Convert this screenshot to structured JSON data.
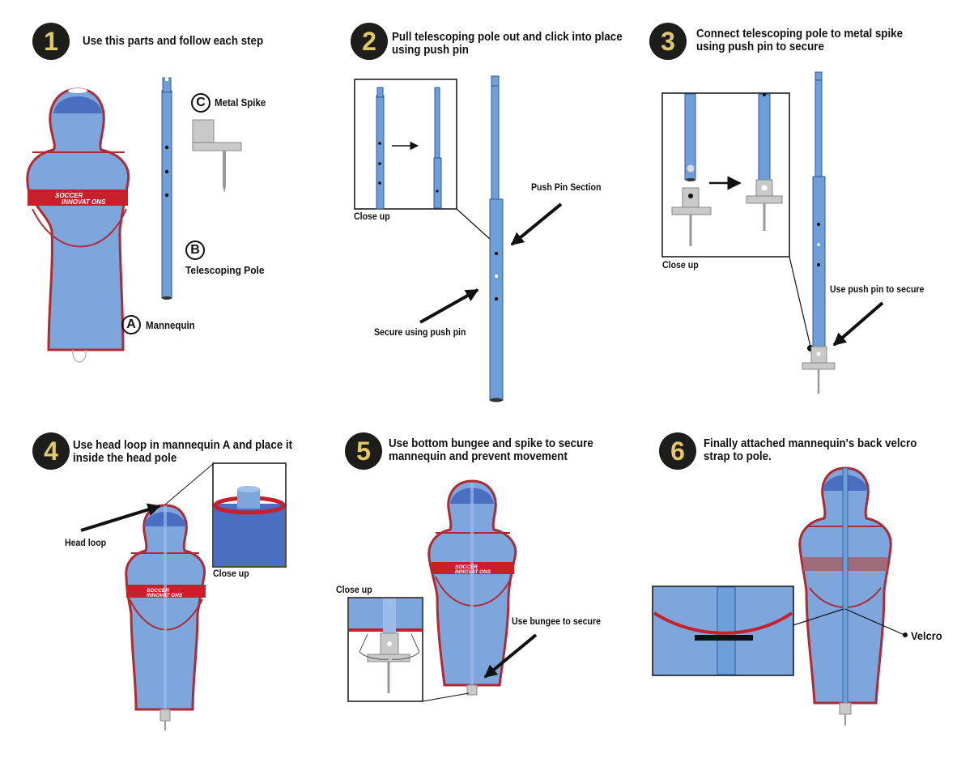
{
  "steps": [
    {
      "number": "1",
      "title": "Use this parts and follow each step"
    },
    {
      "number": "2",
      "title": "Pull telescoping pole out and click into place using push pin"
    },
    {
      "number": "3",
      "title": "Connect telescoping pole to metal spike using push pin to secure"
    },
    {
      "number": "4",
      "title": "Use head loop in mannequin A and place it inside the head pole"
    },
    {
      "number": "5",
      "title": "Use bottom bungee and spike to secure mannequin and prevent movement"
    },
    {
      "number": "6",
      "title": "Finally attached mannequin's back velcro strap to pole."
    }
  ],
  "parts": {
    "a_letter": "A",
    "a_label": "Mannequin",
    "b_letter": "B",
    "b_label": "Telescoping Pole",
    "c_letter": "C",
    "c_label": "Metal Spike"
  },
  "brand": {
    "line1": "SOCCER",
    "line2": "INNOVAT ONS"
  },
  "labels": {
    "close_up": "Close up",
    "push_pin_section": "Push Pin Section",
    "secure_push_pin": "Secure using push pin",
    "use_push_pin": "Use push pin to secure",
    "head_loop": "Head loop",
    "use_bungee": "Use bungee to secure",
    "velcro": "Velcro"
  },
  "colors": {
    "mannequin_fill": "#7da7dc",
    "outline": "#b02a34",
    "band": "#c8202b",
    "badge_number": "#e3c86a",
    "badge_bg": "#1d1d1b"
  }
}
